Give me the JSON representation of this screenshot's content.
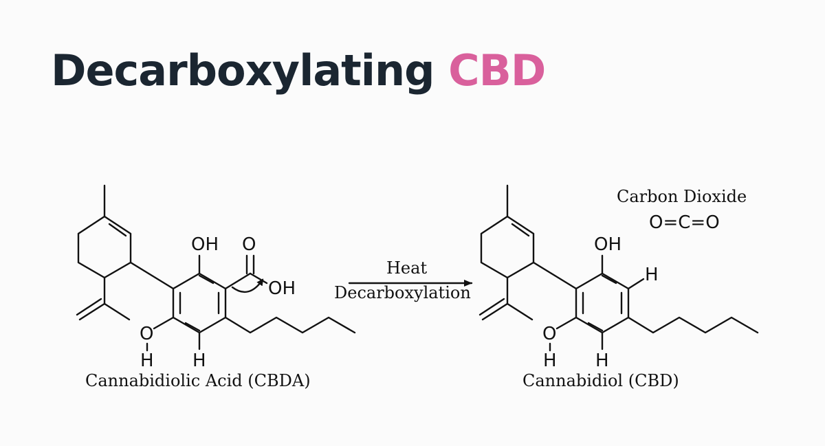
{
  "title": {
    "main": "Decarboxylating",
    "accent": "CBD"
  },
  "colors": {
    "title": "#1b2631",
    "accent": "#d9609c",
    "ink": "#111111",
    "background": "#fbfbfb"
  },
  "reactant": {
    "name": "Cannabidiolic Acid (CBDA)",
    "atoms": {
      "oh_top": "OH",
      "carbonyl_o": "O",
      "acid_oh": "OH",
      "phenol_o": "O",
      "phenol_h": "H",
      "ring_h": "H"
    }
  },
  "reaction": {
    "condition_top": "Heat",
    "condition_bottom": "Decarboxylation"
  },
  "product": {
    "name": "Cannabidiol (CBD)",
    "atoms": {
      "oh_top": "OH",
      "ring_h_right": "H",
      "phenol_o": "O",
      "phenol_h": "H",
      "ring_h_bottom": "H"
    }
  },
  "byproduct": {
    "name": "Carbon Dioxide",
    "formula": "O=C=O"
  }
}
